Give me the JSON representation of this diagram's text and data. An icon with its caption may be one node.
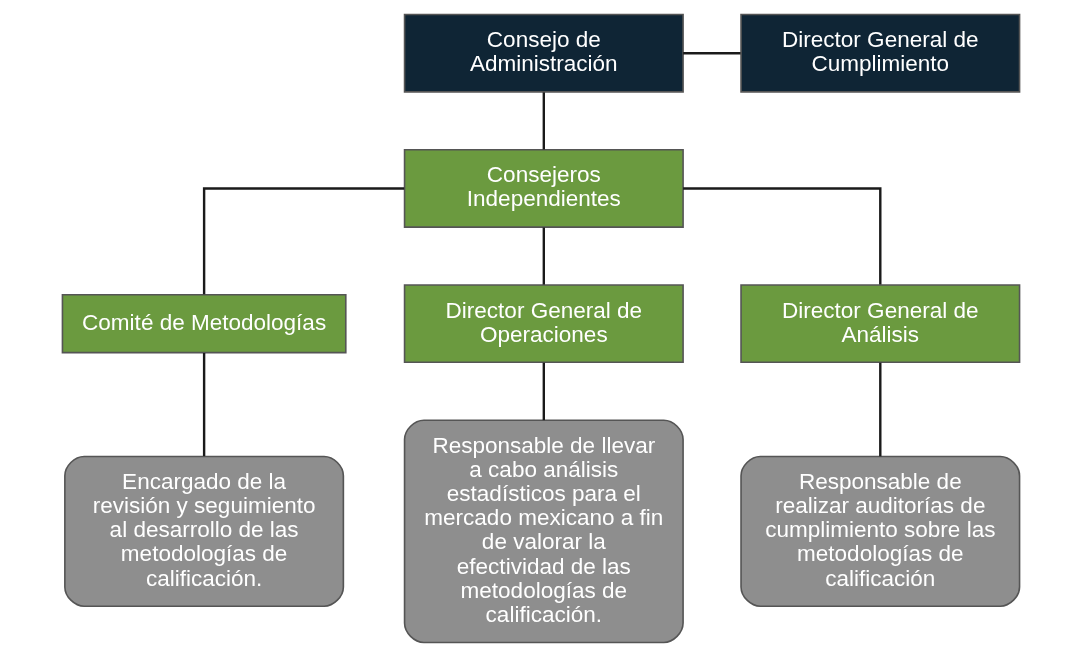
{
  "diagram": {
    "nodes": [
      {
        "text": [
          "Consejo de Administración"
        ]
      },
      {
        "text": [
          "Director General de Cumplimiento"
        ]
      },
      {
        "text": [
          "Consejeros Independientes"
        ]
      },
      {
        "text": [
          "Comité de Metodologías"
        ]
      },
      {
        "text": [
          "Director General de Operaciones"
        ]
      },
      {
        "text": [
          "Director General de Análisis"
        ]
      },
      {
        "text": [
          "Encargado de la revisión y seguimiento al desarrollo de las metodologías de calificación."
        ]
      },
      {
        "text": [
          "Responsable de llevar a cabo análisis estadísticos para el mercado mexicano a fin de valorar la efectividad de las metodologías de calificación."
        ]
      },
      {
        "text": [
          "Responsable de realizar auditorías de cumplimiento sobre las metodologías de calificación"
        ]
      }
    ],
    "edges": [
      {
        "from": 0,
        "to": 1,
        "arrow": "none"
      },
      {
        "from": 0,
        "to": 2,
        "arrow": "none"
      },
      {
        "from": 2,
        "to": 3,
        "arrow": "none"
      },
      {
        "from": 2,
        "to": 4,
        "arrow": "none"
      },
      {
        "from": 2,
        "to": 5,
        "arrow": "none"
      },
      {
        "from": 3,
        "to": 6,
        "arrow": "none"
      },
      {
        "from": 4,
        "to": 7,
        "arrow": "none"
      },
      {
        "from": 5,
        "to": 8,
        "arrow": "none"
      }
    ]
  }
}
